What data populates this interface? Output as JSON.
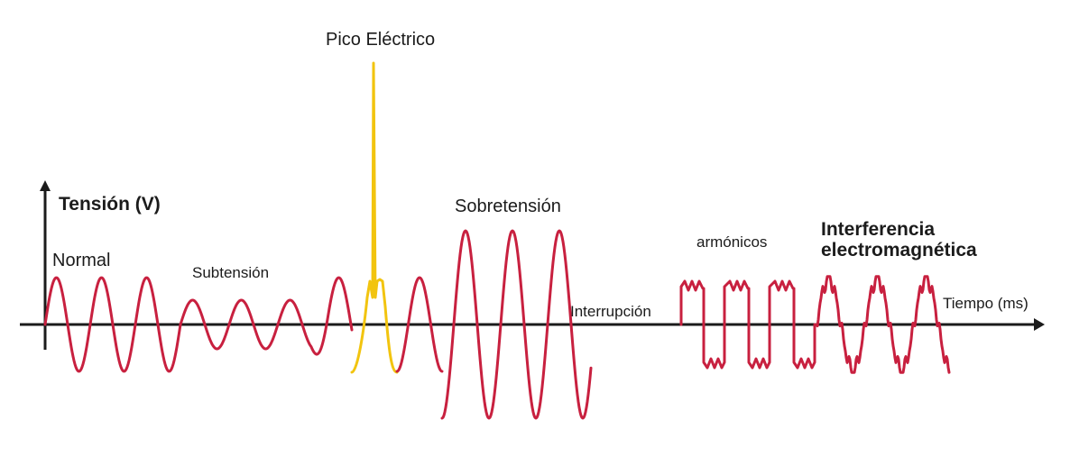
{
  "labels": {
    "spike": "Pico Eléctrico",
    "y_axis": "Tensión (V)",
    "normal": "Normal",
    "sag": "Subtensión",
    "swell": "Sobretensión",
    "interruption": "Interrupción",
    "harmonics": "armónicos",
    "emi_line1": "Interferencia",
    "emi_line2": "electromagnética",
    "x_axis": "Tiempo (ms)"
  },
  "colors": {
    "wave": "#c8203f",
    "spike": "#f2c40f",
    "axis": "#1b1b1b",
    "text": "#1b1b1b"
  }
}
